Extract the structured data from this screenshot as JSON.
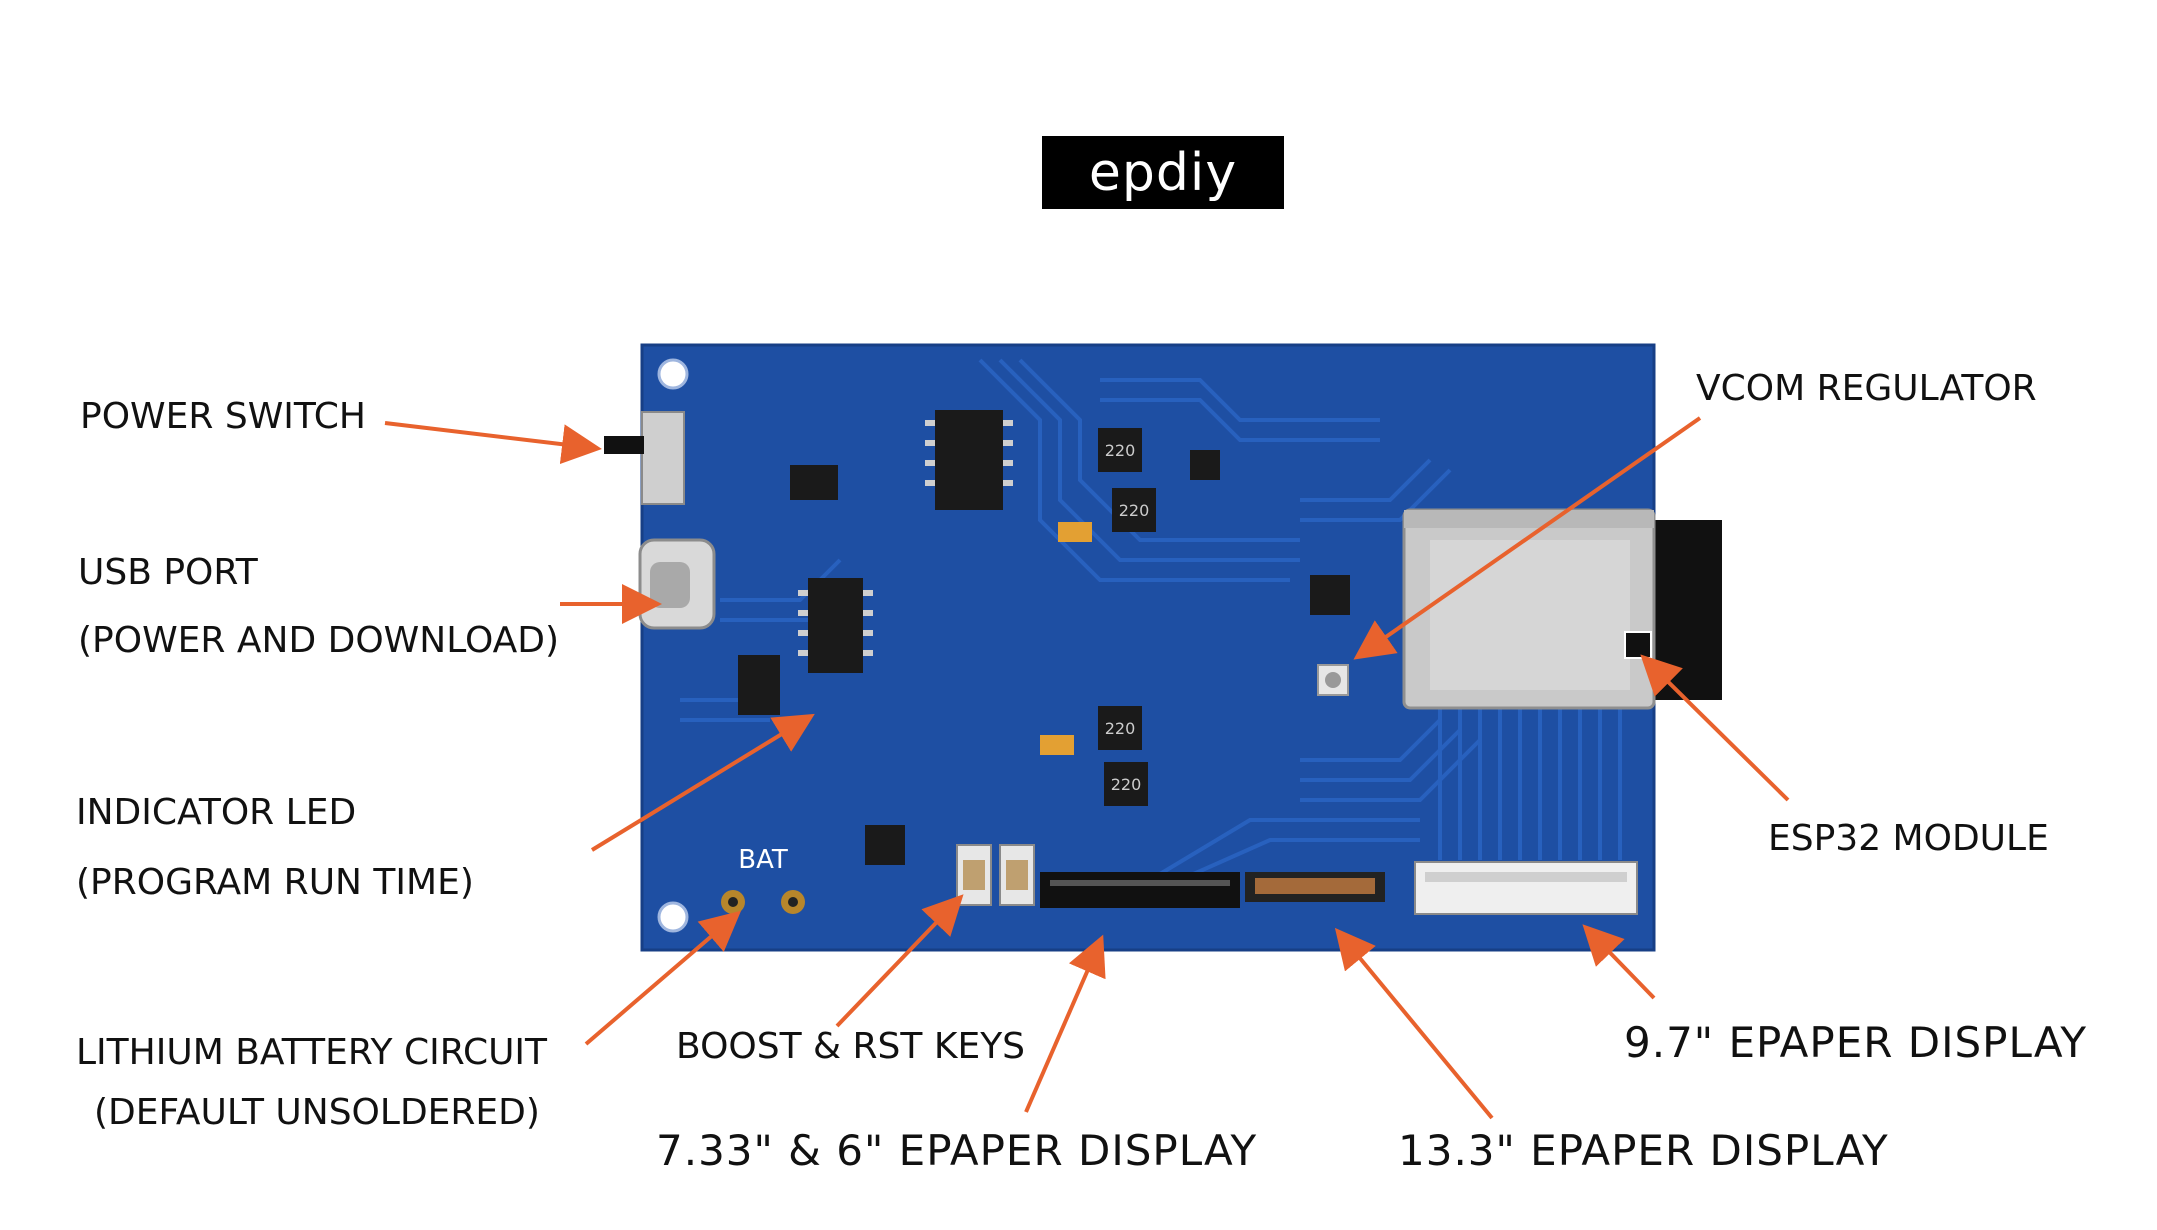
{
  "title": "epdiy",
  "board": {
    "silkscreen_bat": "BAT",
    "inductor_marking": "220",
    "colors": {
      "pcb": "#1e4fa3",
      "pcb_dark": "#173f86",
      "trace": "#2a63c2",
      "arrow": "#e8622d",
      "chip": "#1a1a1a",
      "metal": "#cfcfcf",
      "gold": "#b8862b"
    }
  },
  "callouts": {
    "power_switch": "POWER SWITCH",
    "usb_port_line1": "USB PORT",
    "usb_port_line2": "(POWER AND DOWNLOAD)",
    "indicator_led_line1": "INDICATOR LED",
    "indicator_led_line2": "(PROGRAM RUN TIME)",
    "battery_line1": "LITHIUM BATTERY CIRCUIT",
    "battery_line2": "(DEFAULT UNSOLDERED)",
    "boost_rst": "BOOST & RST KEYS",
    "display_733_6": "7.33\" & 6\" EPAPER DISPLAY",
    "display_133": "13.3\" EPAPER DISPLAY",
    "display_97": "9.7\" EPAPER DISPLAY",
    "vcom": "VCOM REGULATOR",
    "esp32": "ESP32 MODULE"
  }
}
